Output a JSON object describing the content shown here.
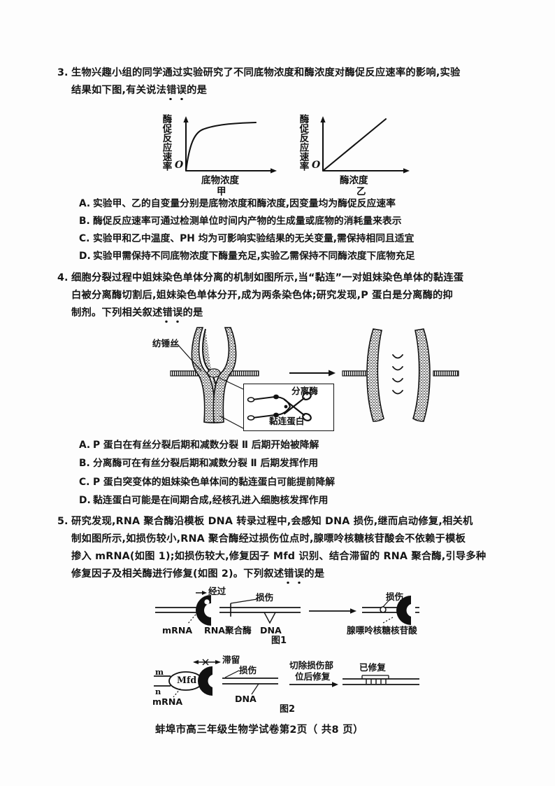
{
  "page": {
    "footer": "蚌埠市高三年级生物学试卷第2页（ 共8 页）"
  },
  "questions": [
    {
      "number": "3.",
      "stem_lines": [
        "生物兴趣小组的同学通过实验研究了不同底物浓度和酶浓度对酶促反应速率的影响，实验",
        "结果如下图，有关说法错误的是"
      ],
      "stem_line1": "生物兴趣小组的同学通过实验研究了不同底物浓度和酶浓度对酶促反应速率的影响,实验",
      "stem_line2_a": "结果如下图,有关说法",
      "stem_line2_emph": "错误",
      "stem_line2_b": "的是",
      "options": [
        {
          "label": "A.",
          "text": "实验甲、乙的自变量分别是底物浓度和酶浓度,因变量均为酶促反应速率"
        },
        {
          "label": "B.",
          "text": "酶促反应速率可通过检测单位时间内产物的生成量或底物的消耗量来表示"
        },
        {
          "label": "C.",
          "text": "实验甲和乙中温度、PH 均为可影响实验结果的无关变量,需保持相同且适宜"
        },
        {
          "label": "D.",
          "text": "实验甲需保持不同底物浓度下酶量充足,实验乙需保持不同酶浓度下底物充足"
        }
      ]
    },
    {
      "number": "4.",
      "stem_line1": "细胞分裂过程中姐妹染色单体分离的机制如图所示,当“黏连”一对姐妹染色单体的黏连蛋",
      "stem_line2": "白被分离酶切割后,姐妹染色单体分开,成为两条染色体;研究发现,P 蛋白是分离酶的抑",
      "stem_line3_a": "制剂。下列相关叙述",
      "stem_line3_emph": "错误",
      "stem_line3_b": "的是",
      "options": [
        {
          "label": "A.",
          "text": "P 蛋白在有丝分裂后期和减数分裂 Ⅱ 后期开始被降解"
        },
        {
          "label": "B.",
          "text": "分离酶可在有丝分裂后期和减数分裂 Ⅱ 后期发挥作用"
        },
        {
          "label": "C.",
          "text": "P 蛋白突变体的姐妹染色单体间的黏连蛋白可能提前降解"
        },
        {
          "label": "D.",
          "text": "黏连蛋白可能是在间期合成,经核孔进入细胞核发挥作用"
        }
      ]
    },
    {
      "number": "5.",
      "stem_line1": "研究发现,RNA 聚合酶沿模板 DNA 转录过程中,会感知 DNA 损伤,继而启动修复,相关机",
      "stem_line2": "制如图所示,如损伤较小,RNA 聚合酶经过损伤位点时,腺嘌呤核糖核苷酸会不依赖于模板",
      "stem_line3": "掺入 mRNA(如图 1);如损伤较大,修复因子 Mfd 识别、结合滞留的 RNA 聚合酶,引导多种",
      "stem_line4_a": "修复因子及相关酶进行修复(如图 2)。下列叙述",
      "stem_line4_emph": "错误",
      "stem_line4_b": "的是"
    }
  ],
  "chart_data": [
    {
      "type": "line",
      "title": "甲",
      "xlabel": "底物浓度",
      "ylabel": "酶促反应速率",
      "origin_label": "O",
      "curve": "saturation",
      "description": "酶促反应速率随底物浓度升高先快速上升后趋于饱和平台",
      "x": [
        0,
        2,
        4,
        6,
        8,
        10,
        14,
        20,
        30,
        45,
        60,
        80,
        100
      ],
      "y": [
        0,
        28,
        48,
        60,
        68,
        74,
        81,
        86,
        90,
        92,
        93,
        94,
        94
      ],
      "xlim": [
        0,
        110
      ],
      "ylim": [
        0,
        100
      ],
      "grid": false,
      "legend": false
    },
    {
      "type": "line",
      "title": "乙",
      "xlabel": "酶浓度",
      "ylabel": "酶促反应速率",
      "origin_label": "O",
      "curve": "linear",
      "description": "酶促反应速率随酶浓度升高呈正比例直线上升",
      "x": [
        0,
        20,
        40,
        60,
        80,
        100
      ],
      "y": [
        0,
        20,
        40,
        60,
        80,
        100
      ],
      "xlim": [
        0,
        120
      ],
      "ylim": [
        0,
        110
      ],
      "grid": false,
      "legend": false
    }
  ],
  "figures": {
    "q4_diagram": {
      "labels": {
        "spindle": "纺锤丝",
        "separase": "分离酶",
        "cohesin": "黏连蛋白"
      }
    },
    "fig1": {
      "caption": "图1",
      "labels": {
        "pass": "经过",
        "damage": "损伤",
        "mrna": "mRNA",
        "rna_pol": "RNA聚合酶",
        "dna": "DNA",
        "damage_right": "损伤",
        "adenine": "腺嘌呤核糖核苷酸"
      }
    },
    "fig2": {
      "caption": "图2",
      "labels": {
        "retain": "滞留",
        "damage": "损伤",
        "mfd": "Mfd",
        "m": "m",
        "n": "n",
        "mrna": "mRNA",
        "dna": "DNA",
        "arrow_line1": "切除损伤部",
        "arrow_line2": "位后修复",
        "repaired": "已修复"
      }
    }
  },
  "colors": {
    "ink": "#151515",
    "paper": "#fdfdfd"
  }
}
